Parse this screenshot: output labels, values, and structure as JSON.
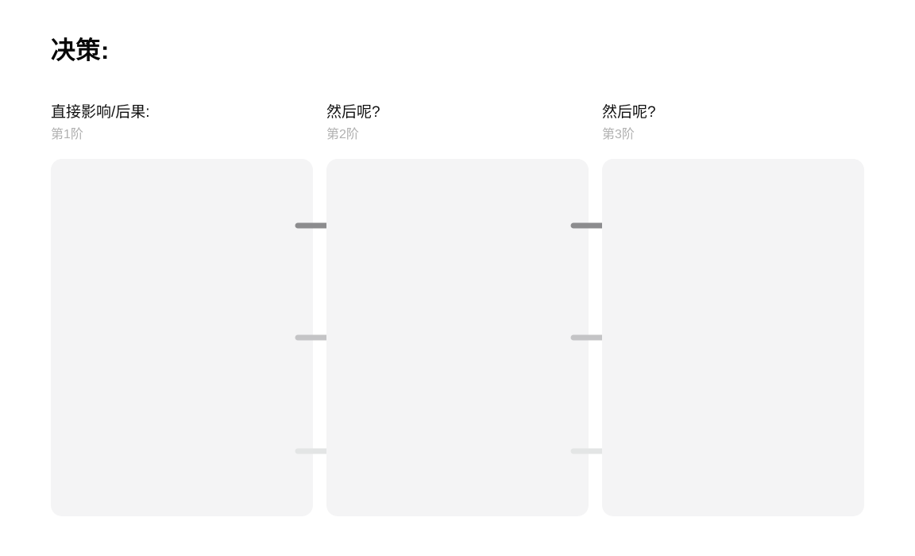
{
  "page": {
    "title": "决策:",
    "background_color": "#ffffff"
  },
  "colors": {
    "panel_background": "#f4f4f5",
    "title_text": "#080808",
    "column_title_text": "#111111",
    "column_subtitle_text": "#b0b0b0",
    "arrow_strong": "#8c8c8e",
    "arrow_medium": "#c4c4c6",
    "arrow_faint": "#e3e5e5"
  },
  "columns": [
    {
      "id": "order-1",
      "title": "直接影响/后果:",
      "subtitle": "第1阶",
      "panel_label": "第1阶后果面板",
      "entries": []
    },
    {
      "id": "order-2",
      "title": "然后呢?",
      "subtitle": "第2阶",
      "panel_label": "第2阶后果面板",
      "entries": []
    },
    {
      "id": "order-3",
      "title": "然后呢?",
      "subtitle": "第3阶",
      "panel_label": "第3阶后果面板",
      "entries": []
    }
  ],
  "connectors": [
    {
      "from": "order-1",
      "to": "order-2",
      "icon": "arrow-right-icon",
      "arrows": [
        {
          "row": 1,
          "color": "#8c8c8e"
        },
        {
          "row": 2,
          "color": "#c4c4c6"
        },
        {
          "row": 3,
          "color": "#e3e5e5"
        }
      ]
    },
    {
      "from": "order-2",
      "to": "order-3",
      "icon": "arrow-right-icon",
      "arrows": [
        {
          "row": 1,
          "color": "#8c8c8e"
        },
        {
          "row": 2,
          "color": "#c4c4c6"
        },
        {
          "row": 3,
          "color": "#e3e5e5"
        }
      ]
    }
  ]
}
